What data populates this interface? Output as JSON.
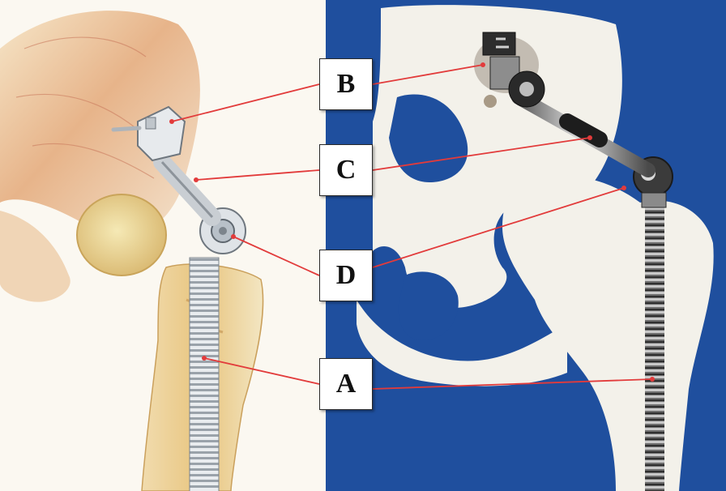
{
  "labels": {
    "a": "A",
    "b": "B",
    "c": "C",
    "d": "D"
  },
  "colors": {
    "pointer_line": "#e23b3b",
    "background_blue": "#1f4f9e",
    "bone_white": "#f3f1ea",
    "label_border": "#2a2a2a"
  }
}
